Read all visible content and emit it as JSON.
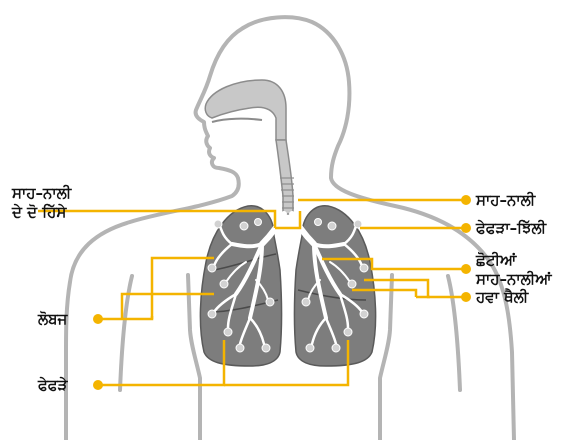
{
  "labels": {
    "trachea_division": [
      "ਸਾਹ–ਨਾਲੀ",
      "ਦੇ ਦੋ ਹਿੱਸੇ"
    ],
    "lobes": "ਲੋਬਜ",
    "lungs": "ਫੇਫੜੇ",
    "trachea": "ਸਾਹ–ਨਾਲੀ",
    "pleura": "ਫੇਫੜਾ–ਝਿੱਲੀ",
    "bronchioles": [
      "ਛੋਟੀਆਂ",
      "ਸਾਹ–ਨਾਲੀਆਂ"
    ],
    "alveoli": "ਹਵਾ ਥੈਲੀ"
  },
  "colors": {
    "leader_line": "#f4b400",
    "body_outline": "#b4b4b4",
    "lung_fill": "#7d7d7d",
    "bronchi_fill": "#ffffff",
    "airway_fill": "#c8c8c8"
  }
}
